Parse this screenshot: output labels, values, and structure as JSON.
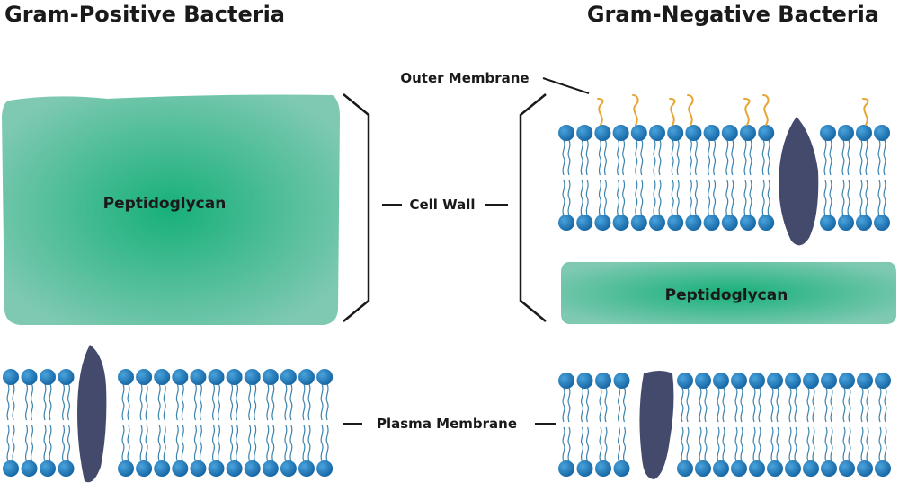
{
  "titles": {
    "gram_positive": "Gram-Positive Bacteria",
    "gram_negative": "Gram-Negative Bacteria"
  },
  "labels": {
    "outer_membrane": "Outer Membrane",
    "cell_wall": "Cell Wall",
    "plasma_membrane": "Plasma Membrane",
    "peptidoglycan_positive": "Peptidoglycan",
    "peptidoglycan_negative": "Peptidoglycan"
  },
  "colors": {
    "peptidoglycan_center": "#17b07a",
    "peptidoglycan_edge": "#7fc9b2",
    "phospholipid_head": "#1f79b8",
    "phospholipid_tail": "#3b83ad",
    "protein": "#434a6c",
    "lipopolysaccharide": "#e8a534"
  }
}
